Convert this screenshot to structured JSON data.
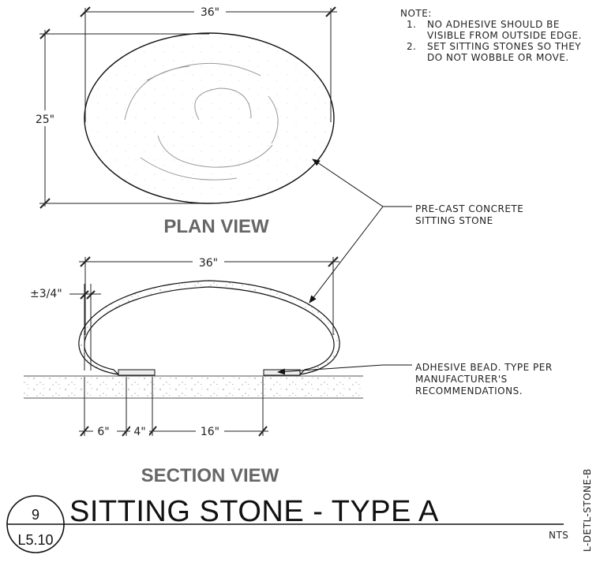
{
  "notes": {
    "heading": "NOTE:",
    "items": [
      {
        "num": "1.",
        "line1": "NO ADHESIVE SHOULD BE",
        "line2": "VISIBLE FROM OUTSIDE EDGE."
      },
      {
        "num": "2.",
        "line1": "SET SITTING STONES SO THEY",
        "line2": "DO NOT WOBBLE OR MOVE."
      }
    ]
  },
  "plan": {
    "width_dim": "36\"",
    "height_dim": "25\"",
    "label": "PLAN VIEW"
  },
  "section": {
    "width_dim": "36\"",
    "thickness_dim": "±3/4\"",
    "dim_6": "6\"",
    "dim_4": "4\"",
    "dim_16": "16\"",
    "label": "SECTION VIEW"
  },
  "callouts": {
    "stone_line1": "PRE-CAST CONCRETE",
    "stone_line2": "SITTING STONE",
    "adhesive_line1": "ADHESIVE BEAD. TYPE PER",
    "adhesive_line2": "MANUFACTURER'S",
    "adhesive_line3": "RECOMMENDATIONS."
  },
  "title": {
    "detail_number": "9",
    "sheet_ref": "L5.10",
    "text": "SITTING STONE - TYPE A",
    "scale": "NTS",
    "detail_id": "L-DETL-STONE-B"
  }
}
